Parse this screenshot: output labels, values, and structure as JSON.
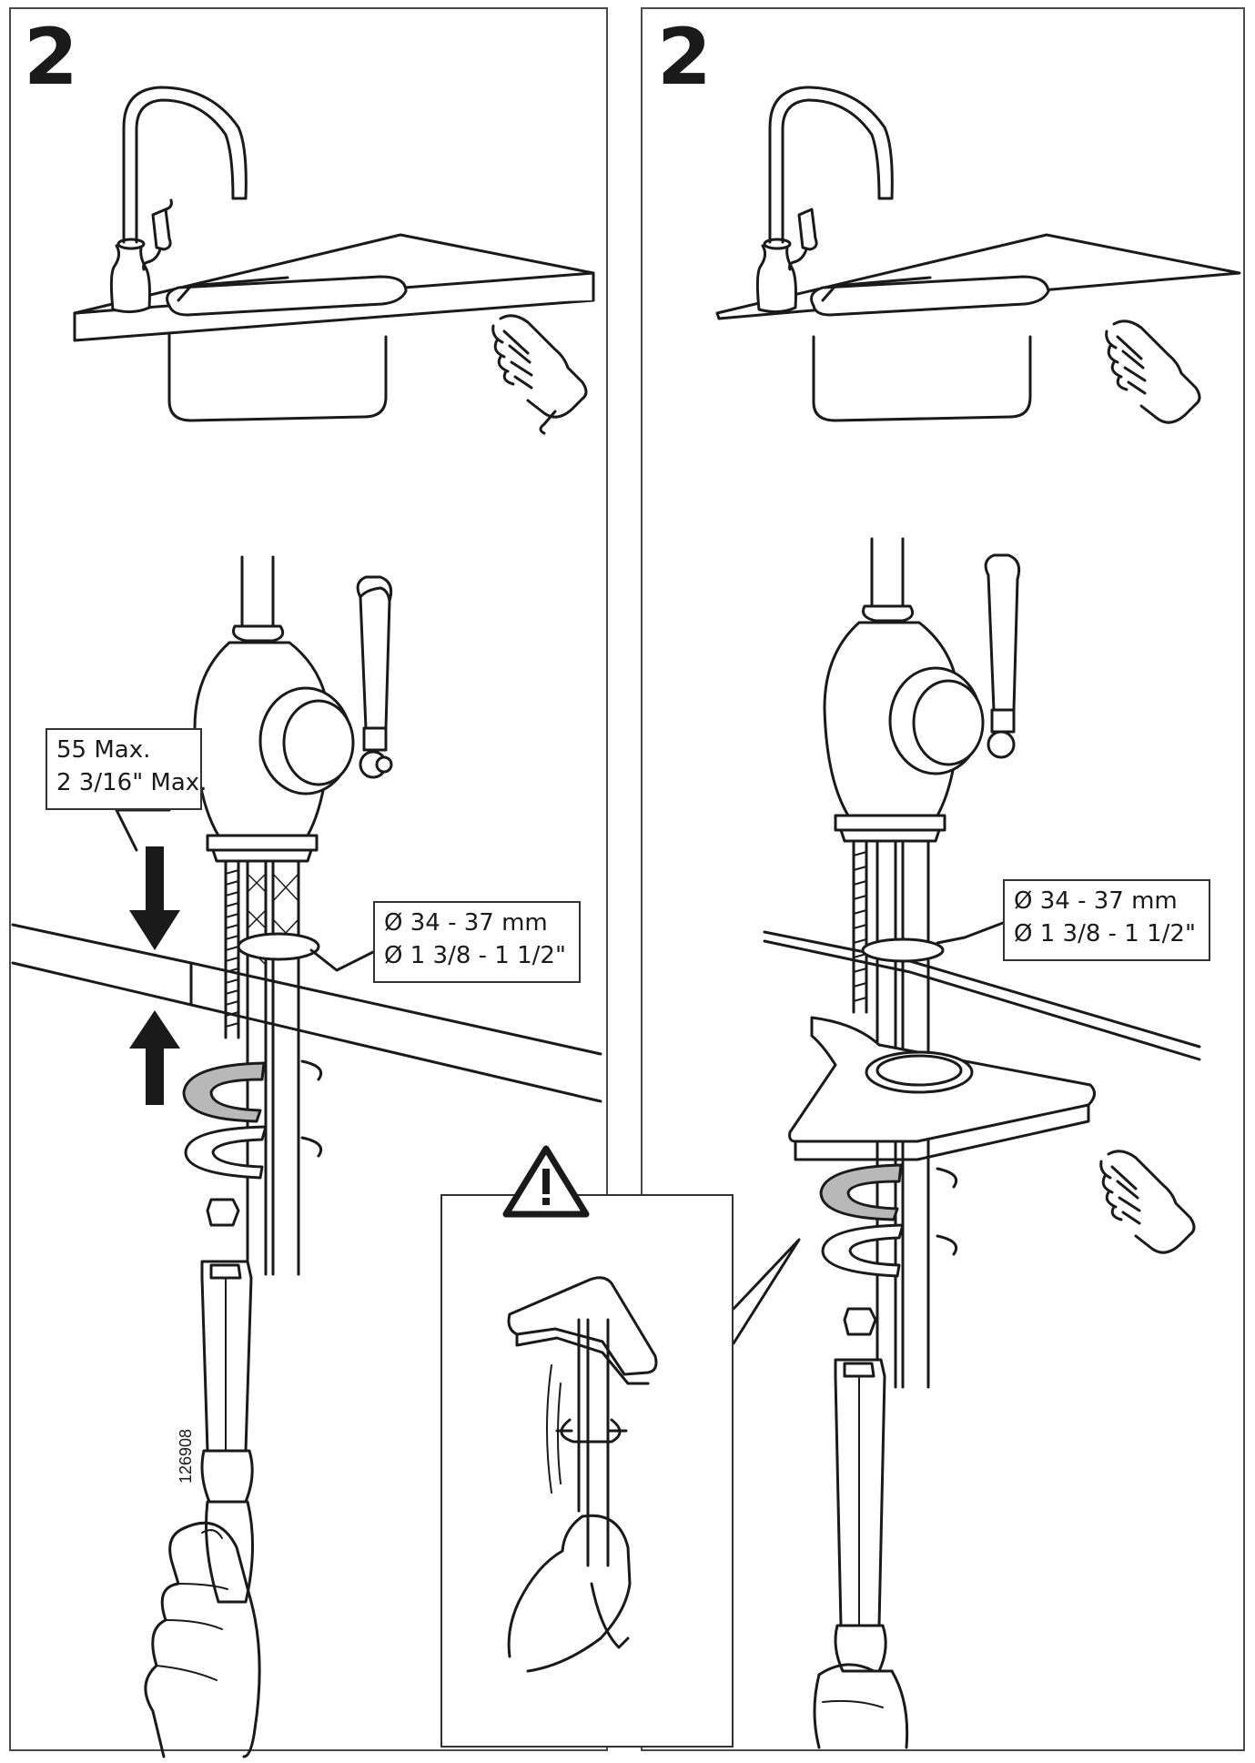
{
  "left_panel": {
    "step_number": "2",
    "max_thickness_callout": {
      "line1": "55 Max.",
      "line2": "2 3/16\" Max."
    },
    "hole_diameter_callout": {
      "line1": "Ø 34 - 37 mm",
      "line2": "Ø 1 3/8 - 1 1/2\""
    },
    "document_id": "126908"
  },
  "right_panel": {
    "step_number": "2",
    "hole_diameter_callout": {
      "line1": "Ø 34 - 37 mm",
      "line2": "Ø 1 3/8 - 1 1/2\""
    }
  },
  "icons": {
    "hand_pointer": "hand-pointing-icon",
    "warning": "warning-triangle-icon",
    "arrows": "arrow-up-down-icon"
  },
  "colors": {
    "line": "#1a1a1a",
    "fill_grey": "#b8b8b8",
    "frame": "#4a4a4a"
  }
}
